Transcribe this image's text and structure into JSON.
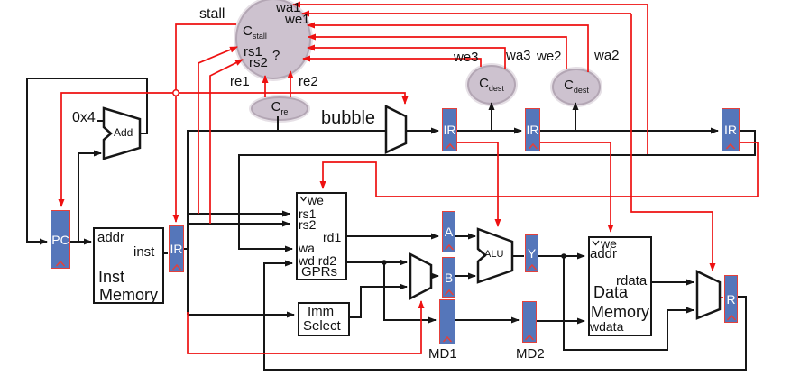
{
  "colors": {
    "register_fill": "#5576ba",
    "register_border": "#e4403a",
    "register_text": "#ffffff",
    "wire_black": "#161616",
    "wire_red": "#ee1111",
    "ellipse_fill": "#cdc2cf",
    "ellipse_border": "#b3a6b4"
  },
  "labels": {
    "stall": "stall",
    "bubble": "bubble",
    "ir": "IR",
    "pc": "PC",
    "add": "Add",
    "const_0x4": "0x4",
    "a": "A",
    "b": "B",
    "y": "Y",
    "r": "R",
    "md1": "MD1",
    "md2": "MD2",
    "alu": "ALU",
    "inst_memory": {
      "addr": "addr",
      "inst": "inst",
      "line1": "Inst",
      "line2": "Memory"
    },
    "gprs": {
      "we": "we",
      "rs1": "rs1",
      "rs2": "rs2",
      "rd1": "rd1",
      "wa": "wa",
      "wd_rd2": "wd rd2",
      "name": "GPRs"
    },
    "imm": {
      "line1": "Imm",
      "line2": "Select"
    },
    "data_memory": {
      "we": "we",
      "addr": "addr",
      "rdata": "rdata",
      "line1": "Data",
      "line2": "Memory",
      "wdata": "wdata"
    },
    "control": {
      "c": "C",
      "c_stall_sub": "stall",
      "c_re_sub": "re",
      "c_dest_sub": "dest",
      "rs1": "rs1",
      "rs2": "rs2",
      "question": "?",
      "re1": "re1",
      "re2": "re2",
      "wa1": "wa1",
      "we1": "we1",
      "wa2": "wa2",
      "we2": "we2",
      "wa3": "wa3",
      "we3": "we3"
    }
  }
}
